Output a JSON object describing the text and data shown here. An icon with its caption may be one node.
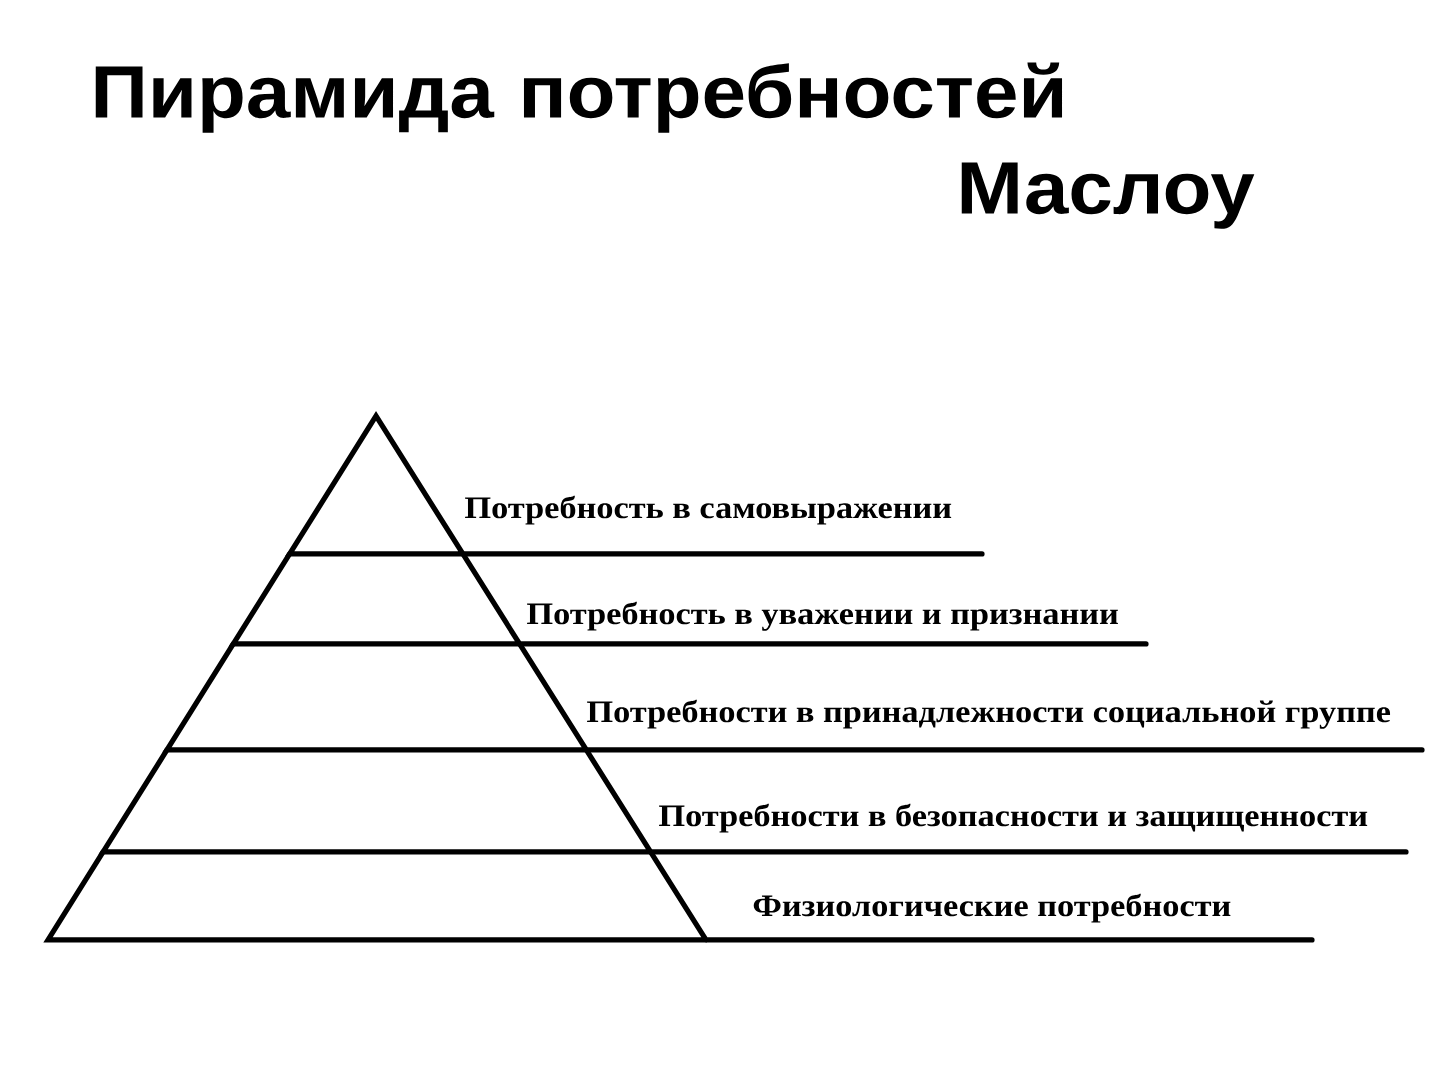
{
  "diagram": {
    "title": "Пирамида потребностей Маслоу",
    "nodes": [
      {
        "text": [
          "Потребность в самовыражении"
        ]
      },
      {
        "text": [
          "Потребность в уважении и признании"
        ]
      },
      {
        "text": [
          "Потребности в принадлежности социальной группе"
        ]
      },
      {
        "text": [
          "Потребности в безопасности и защищенности"
        ]
      },
      {
        "text": [
          "Физиологические потребности"
        ]
      }
    ]
  }
}
